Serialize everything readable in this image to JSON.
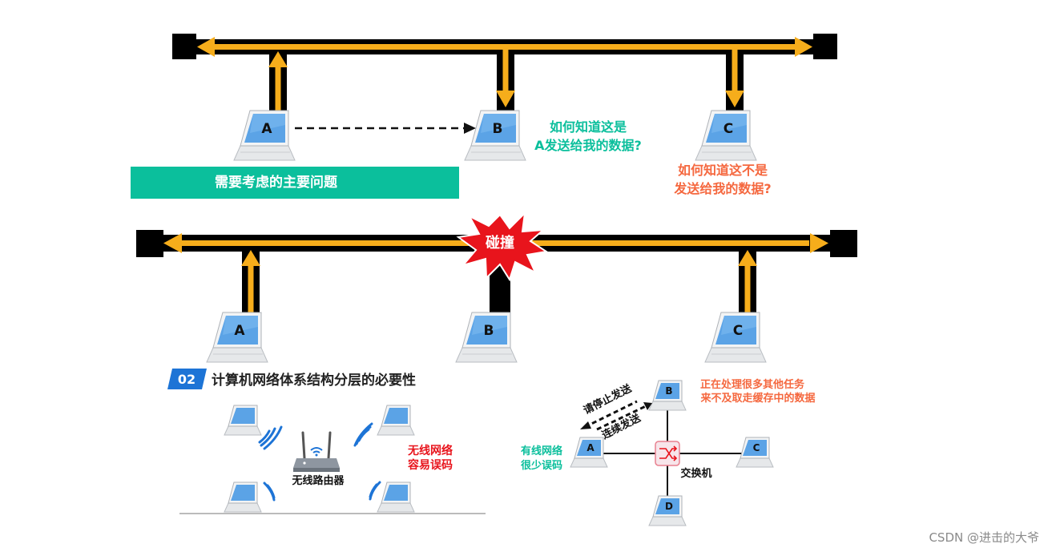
{
  "scene1": {
    "pcs": [
      "A",
      "B",
      "C"
    ],
    "question_b": [
      "如何知道这是",
      "A发送给我的数据?"
    ],
    "question_c": [
      "如何知道这不是",
      "发送给我的数据?"
    ]
  },
  "banner": "需要考虑的主要问题",
  "scene2": {
    "pcs": [
      "A",
      "B",
      "C"
    ],
    "collision": "碰撞"
  },
  "section": {
    "number": "02",
    "title": "计算机网络体系结构分层的必要性"
  },
  "wireless": {
    "router_label": "无线路由器",
    "note": [
      "无线网络",
      "容易误码"
    ]
  },
  "wired": {
    "pcs": [
      "A",
      "B",
      "C",
      "D"
    ],
    "switch_label": "交换机",
    "note_a": [
      "有线网络",
      "很少误码"
    ],
    "note_b": [
      "正在处理很多其他任务",
      "来不及取走缓存中的数据"
    ],
    "arrow_stop": "请停止发送",
    "arrow_continue": "连续发送"
  },
  "watermark": "CSDN @进击的大爷",
  "colors": {
    "teal": "#0bbf9c",
    "orange": "#f5683f",
    "red": "#e8141c",
    "bus_yellow": "#f6ad1b",
    "screen_blue": "#5ba3e6",
    "badge_blue": "#1d74d6"
  }
}
